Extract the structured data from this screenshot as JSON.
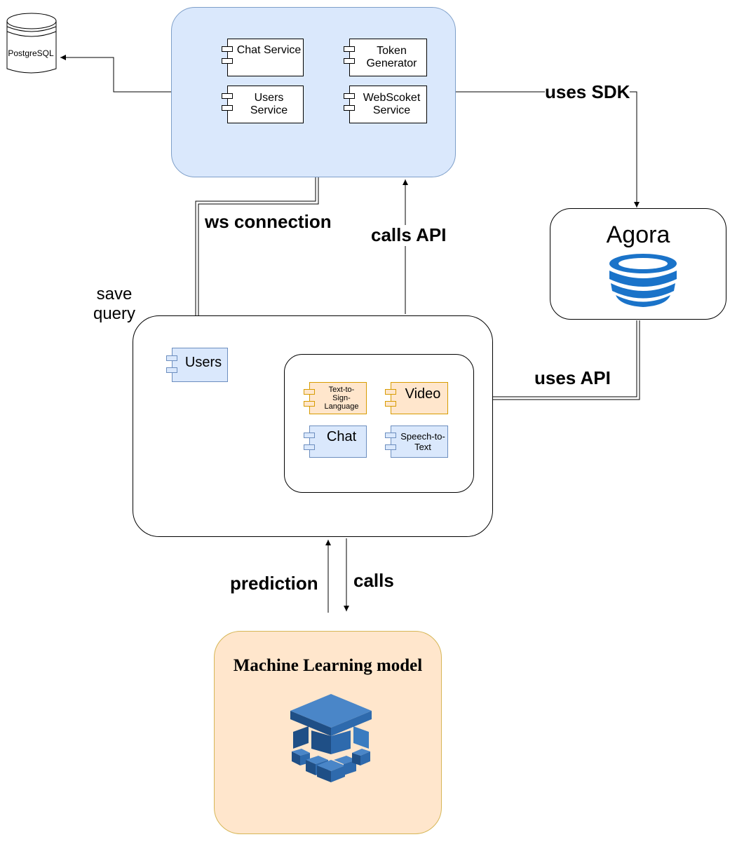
{
  "database": {
    "label": "PostgreSQL"
  },
  "backend": {
    "components": {
      "chat_service": "Chat Service",
      "token_generator": "Token Generator",
      "users_service": "Users Service",
      "websocket_service": "WebScoket Service"
    }
  },
  "agora": {
    "title": "Agora"
  },
  "frontend": {
    "users": "Users",
    "inner": {
      "text_to_sign": "Text-to-Sign-Language",
      "video": "Video",
      "chat": "Chat",
      "speech_to_text": "Speech-to-Text"
    }
  },
  "ml_model": {
    "title": "Machine Learning model"
  },
  "edges": {
    "uses_sdk": "uses SDK",
    "ws_connection": "ws connection",
    "calls_api": "calls API",
    "save_query": "save query",
    "uses_api": "uses API",
    "prediction": "prediction",
    "calls": "calls"
  },
  "colors": {
    "backend_fill": "#dae8fc",
    "ml_fill": "#ffe6cc",
    "agora_icon": "#1a73c9",
    "ml_icon": "#2e73b8"
  }
}
